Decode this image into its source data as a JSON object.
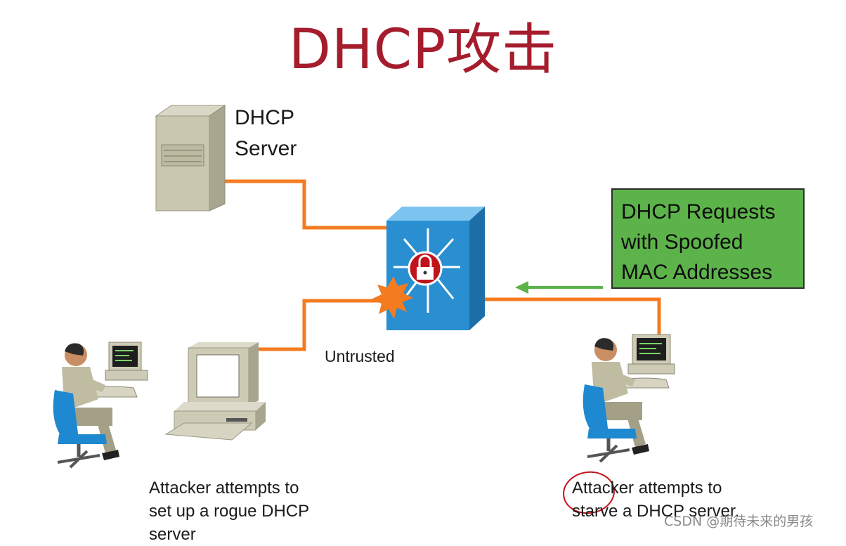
{
  "title": "DHCP攻击",
  "server": {
    "line1": "DHCP",
    "line2": "Server"
  },
  "callout": {
    "line1": "DHCP Requests",
    "line2": "with Spoofed",
    "line3": "MAC Addresses"
  },
  "port_label": "Untrusted",
  "caption_left": {
    "line1": "Attacker attempts to",
    "line2": "set up a rogue DHCP",
    "line3": "server"
  },
  "caption_right": {
    "line1": "Attacker attempts to",
    "line2": "starve a DHCP server."
  },
  "watermark": "CSDN @期待未来的男孩",
  "colors": {
    "title": "#a51d2d",
    "link": "#f47b20",
    "callout_bg": "#5cb34a",
    "arrow": "#5cb34a",
    "switch": "#2a8fd0",
    "circle": "#c0141c"
  }
}
